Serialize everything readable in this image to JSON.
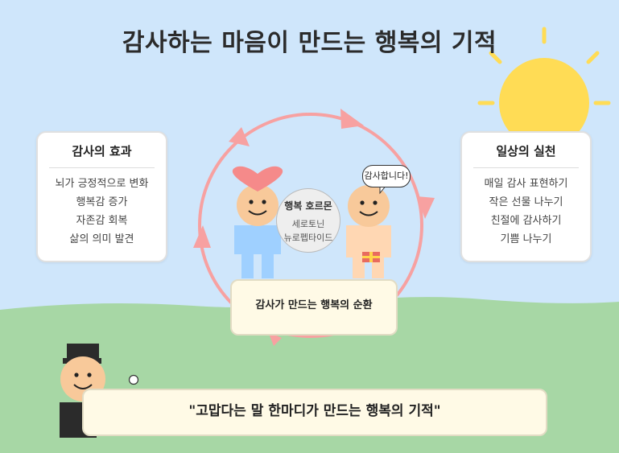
{
  "title": "감사하는 마음이 만드는 행복의 기적",
  "left_card": {
    "title": "감사의 효과",
    "items": [
      "뇌가 긍정적으로 변화",
      "행복감 증가",
      "자존감 회복",
      "삶의 의미 발견"
    ]
  },
  "right_card": {
    "title": "일상의 실천",
    "items": [
      "매일 감사 표현하기",
      "작은 선물 나누기",
      "친절에 감사하기",
      "기쁨 나누기"
    ]
  },
  "hormone": {
    "title": "행복 호르몬",
    "items": [
      "세로토닌",
      "뉴로펩타이드"
    ]
  },
  "speech_bubble": "감사합니다!",
  "cycle_label": "감사가 만드는 행복의 순환",
  "quote": "\"고맙다는 말 한마디가 만드는 행복의 기적\"",
  "colors": {
    "sky": "#cfe6fb",
    "grass": "#a7d7a5",
    "sun": "#ffdc55",
    "cycle_arrow": "#f7a1a1",
    "heart": "#f58a8a",
    "skin": "#f8c99a",
    "person_left_body": "#9fd0ff",
    "person_right_body": "#ffd7b3",
    "card_bg": "#ffffff",
    "label_bg": "#fffae6"
  },
  "icons": [
    "sun-icon",
    "heart-icon",
    "gift-icon",
    "top-hat-icon",
    "thought-bubble-icon"
  ]
}
